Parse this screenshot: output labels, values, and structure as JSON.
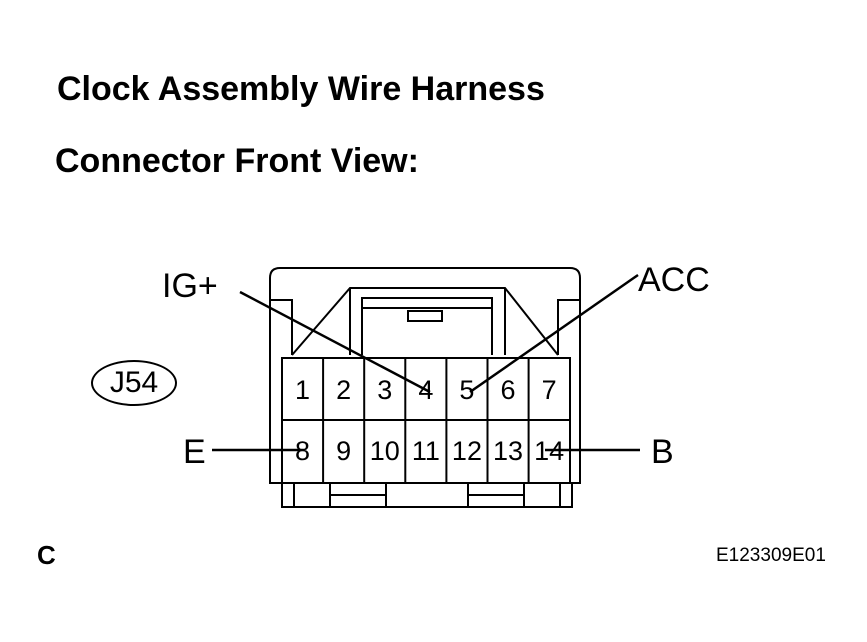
{
  "title_line1": "Clock Assembly Wire Harness",
  "title_line2": "Connector Front View:",
  "connector_id": "J54",
  "terminals_row1": [
    "1",
    "2",
    "3",
    "4",
    "5",
    "6",
    "7"
  ],
  "terminals_row2": [
    "8",
    "9",
    "10",
    "11",
    "12",
    "13",
    "14"
  ],
  "callouts": {
    "ig_plus": "IG+",
    "acc": "ACC",
    "e": "E",
    "b": "B"
  },
  "corner_label": "C",
  "figure_code": "E123309E01"
}
